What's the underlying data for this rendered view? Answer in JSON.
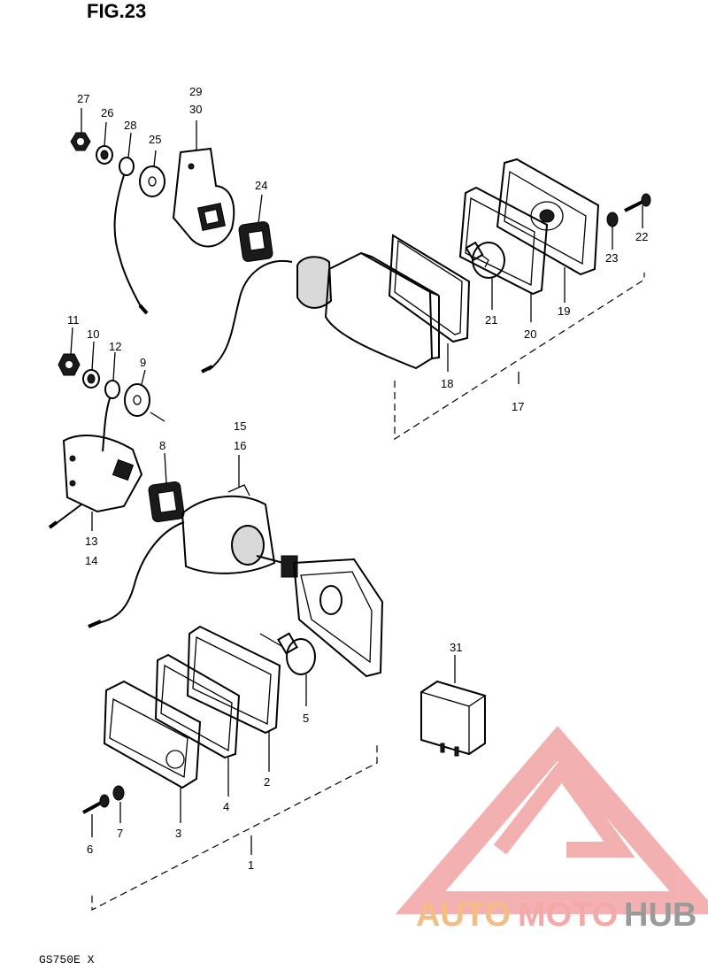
{
  "figure": {
    "title": "FIG.23",
    "model_code": "GS750E X"
  },
  "watermark": {
    "part_a": "AUTO",
    "part_b": "MOTO",
    "part_c": "HUB",
    "colors": {
      "auto": "#f3bd86",
      "moto": "#f5a8a8",
      "hub": "#9a9a9a",
      "logo": "#f2a3a3"
    }
  },
  "callouts": {
    "c1": "1",
    "c2": "2",
    "c3": "3",
    "c4": "4",
    "c5": "5",
    "c6": "6",
    "c7": "7",
    "c8": "8",
    "c9": "9",
    "c10": "10",
    "c11": "11",
    "c12": "12",
    "c13": "13",
    "c14": "14",
    "c15": "15",
    "c16": "16",
    "c17": "17",
    "c18": "18",
    "c19": "19",
    "c20": "20",
    "c21": "21",
    "c22": "22",
    "c23": "23",
    "c24": "24",
    "c25": "25",
    "c26": "26",
    "c27": "27",
    "c28": "28",
    "c29": "29",
    "c30": "30",
    "c31": "31"
  }
}
